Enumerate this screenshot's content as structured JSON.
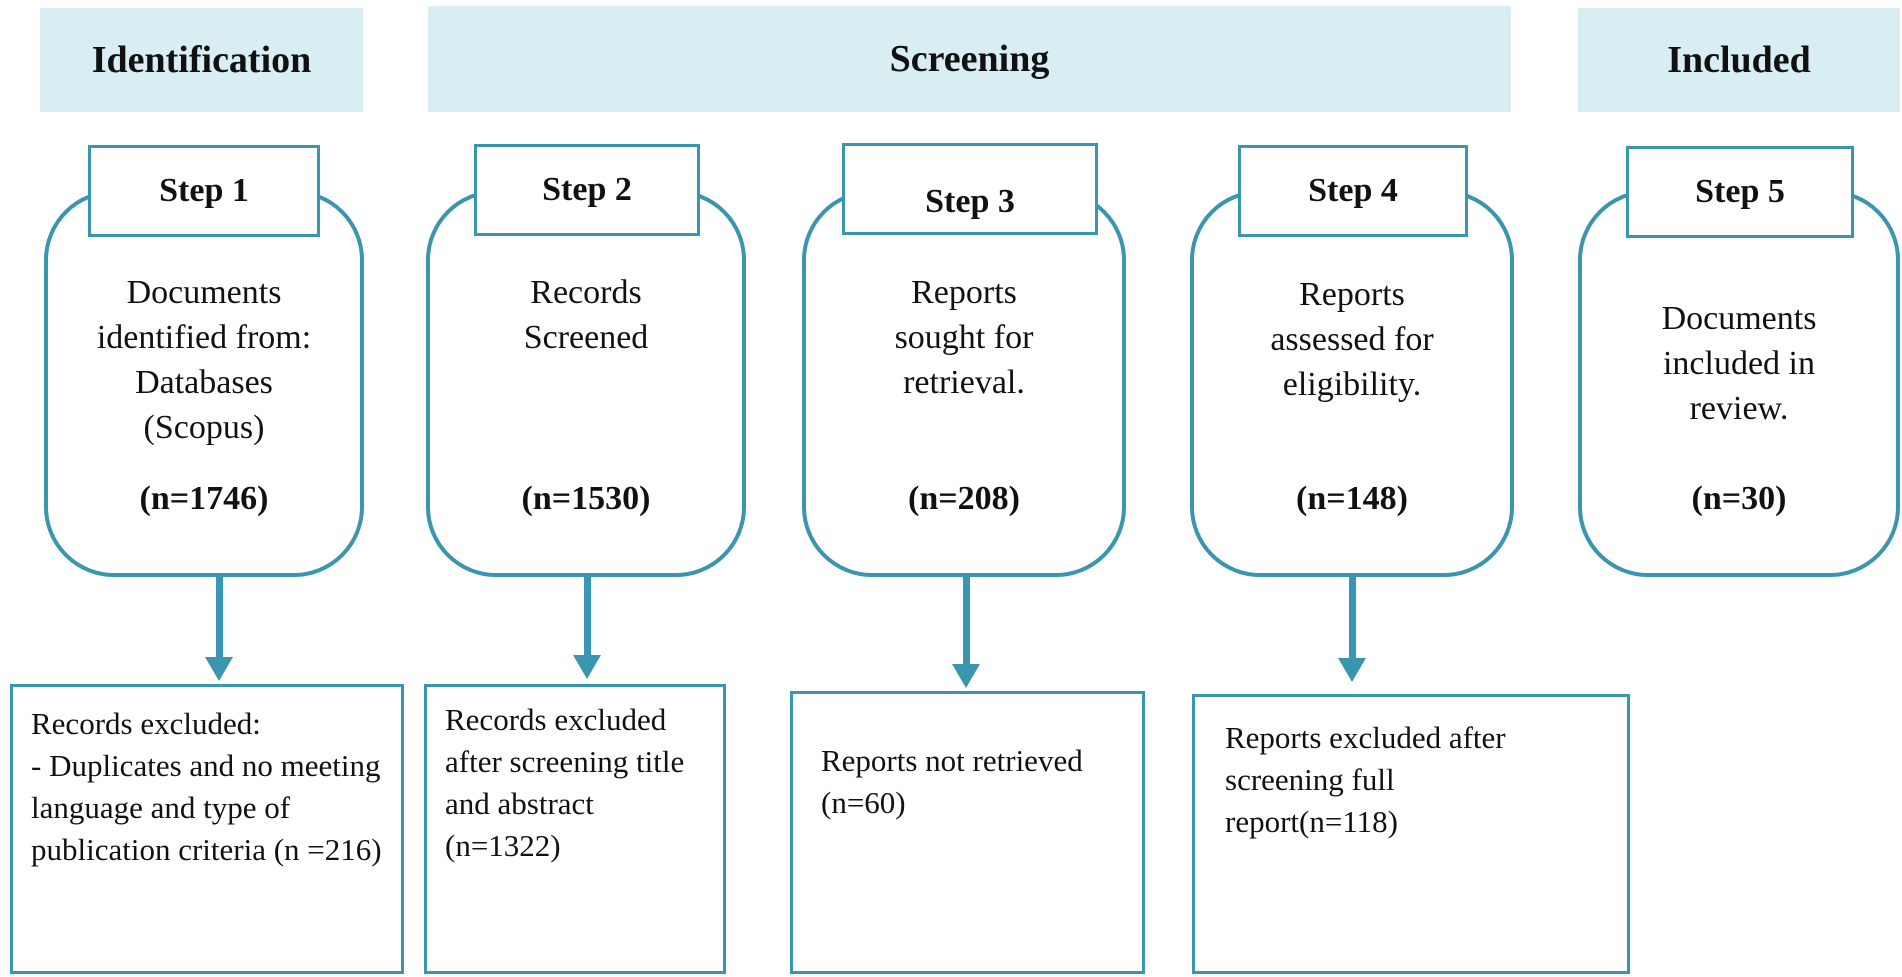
{
  "phases": {
    "identification": "Identification",
    "screening": "Screening",
    "included": "Included"
  },
  "steps": [
    {
      "label": "Step 1",
      "description": "Documents\nidentified from:\nDatabases\n(Scopus)",
      "count": "(n=1746)"
    },
    {
      "label": "Step 2",
      "description": "Records\nScreened",
      "count": "(n=1530)"
    },
    {
      "label": "Step 3",
      "description": "Reports\nsought for\nretrieval.",
      "count": "(n=208)"
    },
    {
      "label": "Step 4",
      "description": "Reports\nassessed for\neligibility.",
      "count": "(n=148)"
    },
    {
      "label": "Step 5",
      "description": "Documents\nincluded in\nreview.",
      "count": "(n=30)"
    }
  ],
  "exclusions": [
    {
      "text": "Records excluded:\n- Duplicates and no meeting language and type of publication criteria (n =216)"
    },
    {
      "text": "Records excluded after screening title and abstract (n=1322)"
    },
    {
      "text": "Reports not retrieved (n=60)"
    },
    {
      "text": "Reports excluded after screening full report(n=118)"
    }
  ],
  "colors": {
    "phase_fill": "#d9eef3",
    "stroke": "#3a95ae"
  }
}
